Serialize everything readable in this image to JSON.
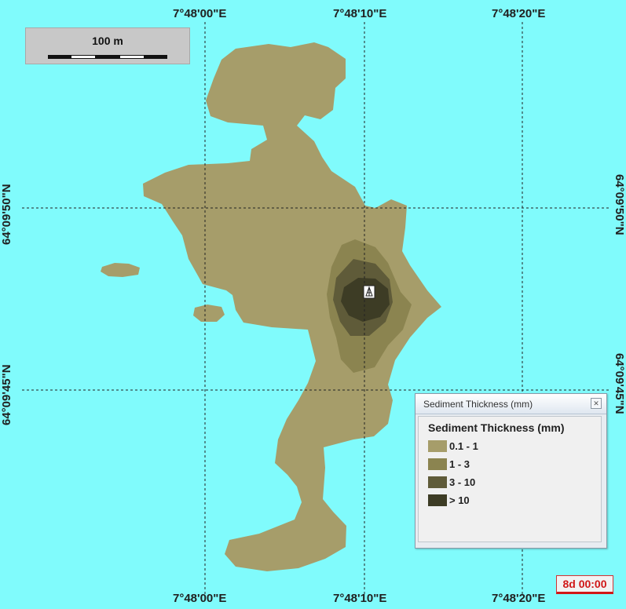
{
  "map": {
    "background_color": "#80fbfc",
    "longitude_labels": [
      "7°48'00\"E",
      "7°48'10\"E",
      "7°48'20\"E"
    ],
    "latitude_labels": [
      "64°09'50\"N",
      "64°09'45\"N"
    ],
    "marker_icon": "release-site-icon"
  },
  "scale_bar": {
    "label": "100 m"
  },
  "legend": {
    "window_title": "Sediment Thickness (mm)",
    "close_icon": "close-icon",
    "heading": "Sediment Thickness (mm)",
    "items": [
      {
        "label": "0.1 - 1",
        "color": "#a69d6a"
      },
      {
        "label": "1 - 3",
        "color": "#8b8450"
      },
      {
        "label": "3 - 10",
        "color": "#5f5b39"
      },
      {
        "label": "> 10",
        "color": "#3d3c25"
      }
    ]
  },
  "timer": {
    "label": "8d 00:00"
  }
}
